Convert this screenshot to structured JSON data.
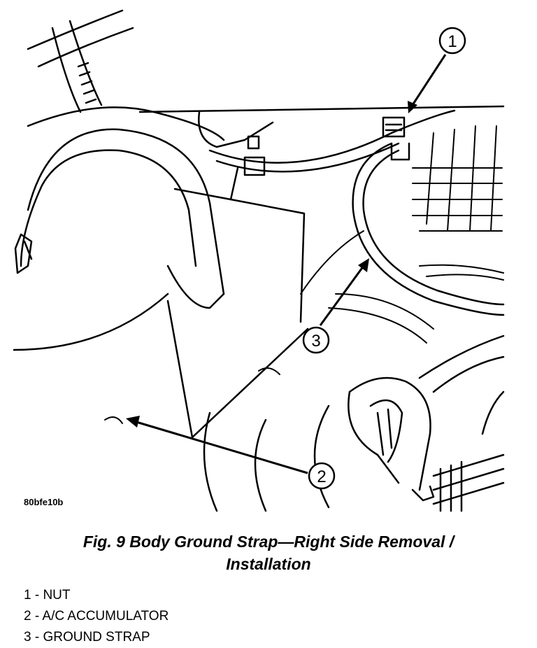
{
  "figure": {
    "image_code": "80bfe10b",
    "caption_line1": "Fig. 9 Body Ground Strap—Right Side Removal /",
    "caption_line2": "Installation"
  },
  "callouts": [
    {
      "number": "1"
    },
    {
      "number": "2"
    },
    {
      "number": "3"
    }
  ],
  "legend": [
    {
      "text": "1 - NUT"
    },
    {
      "text": "2 - A/C ACCUMULATOR"
    },
    {
      "text": "3 - GROUND STRAP"
    }
  ]
}
